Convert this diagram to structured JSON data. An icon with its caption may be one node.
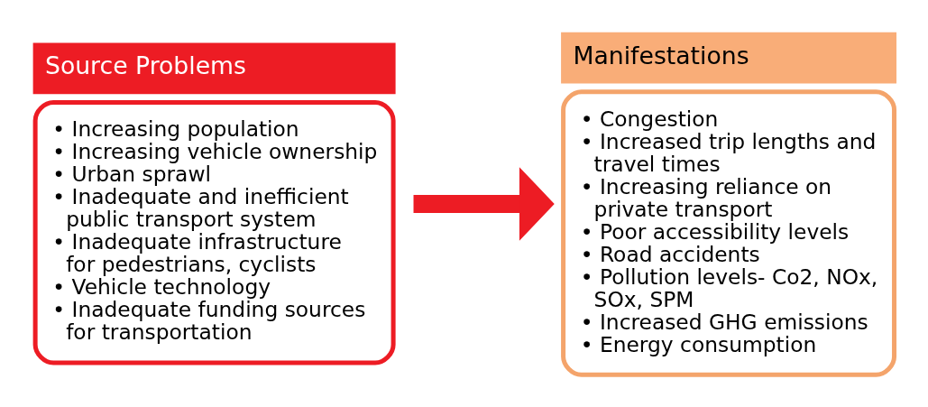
{
  "diagram": {
    "nodes": [
      {
        "text": [
          "Source Problems",
          "• Increasing population",
          "• Increasing vehicle ownership",
          "• Urban sprawl",
          "• Inadequate and inefficient public transport system",
          "• Inadequate infrastructure for pedestrians, cyclists",
          "• Vehicle technology",
          "• Inadequate funding sources for transportation"
        ]
      },
      {
        "text": [
          "Manifestations",
          "• Congestion",
          "• Increased trip lengths and travel times",
          "• Increasing reliance on private transport",
          "• Poor accessibility levels",
          "• Road accidents",
          "• Pollution levels- Co2, NOx, SOx, SPM",
          "• Increased GHG emissions",
          "• Energy consumption"
        ]
      }
    ],
    "edges": [
      {
        "from": 0,
        "to": 1,
        "arrow": "to"
      }
    ]
  }
}
